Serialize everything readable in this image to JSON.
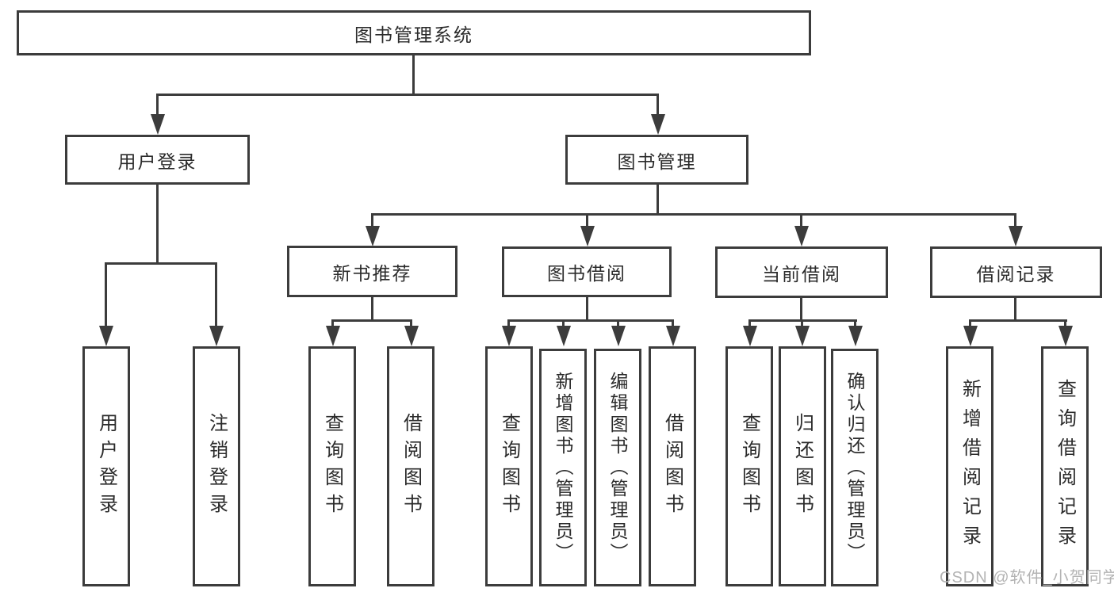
{
  "diagram": {
    "root": {
      "label": "图书管理系统",
      "children": [
        {
          "label": "用户登录",
          "children": [
            {
              "label": "用户登录"
            },
            {
              "label": "注销登录"
            }
          ]
        },
        {
          "label": "图书管理",
          "children": [
            {
              "label": "新书推荐",
              "children": [
                {
                  "label": "查询图书"
                },
                {
                  "label": "借阅图书"
                }
              ]
            },
            {
              "label": "图书借阅",
              "children": [
                {
                  "label": "查询图书"
                },
                {
                  "label": "新增图书（管理员）"
                },
                {
                  "label": "编辑图书（管理员）"
                },
                {
                  "label": "借阅图书"
                }
              ]
            },
            {
              "label": "当前借阅",
              "children": [
                {
                  "label": "查询图书"
                },
                {
                  "label": "归还图书"
                },
                {
                  "label": "确认归还（管理员）"
                }
              ]
            },
            {
              "label": "借阅记录",
              "children": [
                {
                  "label": "新增借阅记录"
                },
                {
                  "label": "查询借阅记录"
                }
              ]
            }
          ]
        }
      ]
    }
  },
  "watermark": {
    "text": "CSDN @软件_小贺同学"
  },
  "colors": {
    "line": "#3c3c3c",
    "text": "#2b2b2b",
    "wm": "#b3b3b3",
    "bg": "#ffffff"
  }
}
